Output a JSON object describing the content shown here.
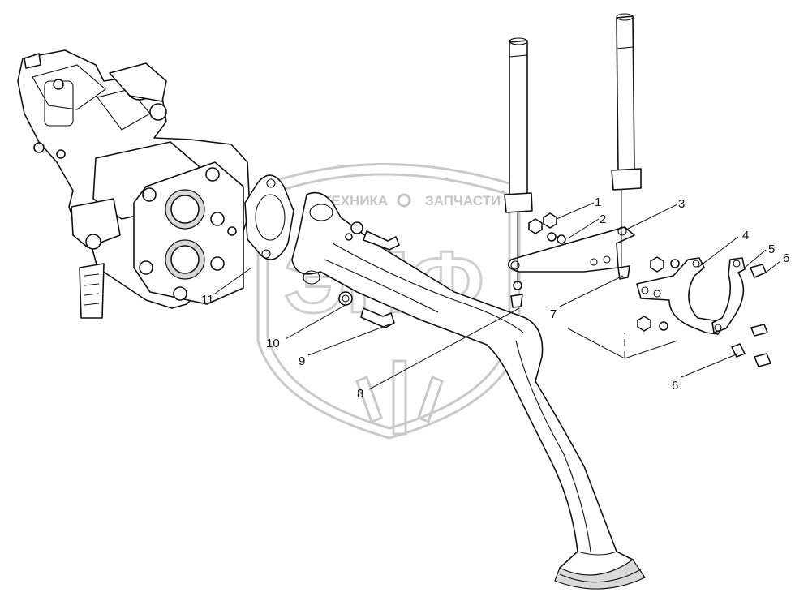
{
  "watermark": {
    "left_word": "ТЕХНИКА",
    "right_word": "ЗАПЧАСТИ",
    "monogram": "ЭПФ"
  },
  "callouts": [
    {
      "id": "1",
      "text": "1"
    },
    {
      "id": "2",
      "text": "2"
    },
    {
      "id": "3",
      "text": "3"
    },
    {
      "id": "4",
      "text": "4"
    },
    {
      "id": "5",
      "text": "5"
    },
    {
      "id": "6a",
      "text": "6"
    },
    {
      "id": "6b",
      "text": "6"
    },
    {
      "id": "7",
      "text": "7"
    },
    {
      "id": "8",
      "text": "8"
    },
    {
      "id": "9",
      "text": "9"
    },
    {
      "id": "10",
      "text": "10"
    },
    {
      "id": "11",
      "text": "11"
    }
  ]
}
